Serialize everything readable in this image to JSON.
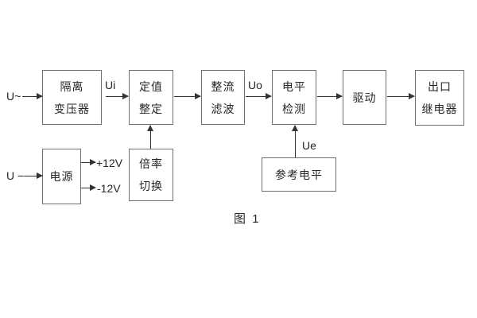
{
  "colors": {
    "bg": "#ffffff",
    "border": "#6f6f6f",
    "text": "#262626",
    "arrow": "#333333"
  },
  "caption": "图 1",
  "inputs": {
    "ac_input": "U~",
    "dc_input": "U −"
  },
  "signals": {
    "ui": "Ui",
    "uo": "Uo",
    "ue": "Ue",
    "plus_12v": "+12V",
    "minus_12v": "-12V"
  },
  "blocks": {
    "isolation_transformer": "隔离\n变压器",
    "setpoint_adjust": "定值\n整定",
    "rectify_filter": "整流\n滤波",
    "level_detect": "电平\n检测",
    "drive": "驱动",
    "output_relay": "出口\n继电器",
    "power_supply": "电源",
    "multiplier_switch": "倍率\n切换",
    "reference_level": "参考电平"
  }
}
